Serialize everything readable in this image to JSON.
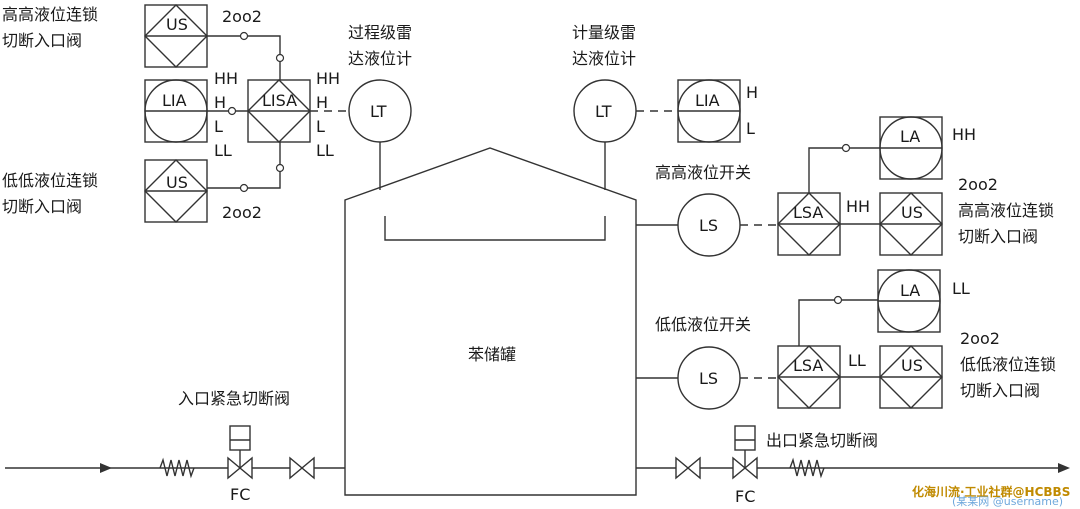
{
  "labels": {
    "hh_interlock_top": [
      "高高液位连锁",
      "切断入口阀"
    ],
    "ll_interlock_top": [
      "低低液位连锁",
      "切断入口阀"
    ],
    "vote_top": "2oo2",
    "vote_bottom": "2oo2",
    "process_radar": [
      "过程级雷",
      "达液位计"
    ],
    "metering_radar": [
      "计量级雷",
      "达液位计"
    ],
    "hh_switch": "高高液位开关",
    "ll_switch": "低低液位开关",
    "hh_right_vote": "2oo2",
    "hh_right_interlock": [
      "高高液位连锁",
      "切断入口阀"
    ],
    "ll_right_vote": "2oo2",
    "ll_right_interlock": [
      "低低液位连锁",
      "切断入口阀"
    ],
    "tank": "苯储罐",
    "inlet_valve": "入口紧急切断阀",
    "outlet_valve": "出口紧急切断阀",
    "fc_in": "FC",
    "fc_out": "FC",
    "watermark": "化海川流·工业社群@HCBBS",
    "watermark_sub": "(某某网 @username)"
  },
  "tags": {
    "us_top": "US",
    "us_bottom": "US",
    "lia_left": "LIA",
    "lisa": "LISA",
    "lt_process": "LT",
    "lt_metering": "LT",
    "lia_right": "LIA",
    "la_hh": "LA",
    "lsa_hh": "LSA",
    "us_hh": "US",
    "ls_hh": "LS",
    "la_ll": "LA",
    "lsa_ll": "LSA",
    "us_ll": "US",
    "ls_ll": "LS"
  },
  "levels": {
    "lia_left": [
      "HH",
      "H",
      "L",
      "LL"
    ],
    "lisa_left": [
      "HH",
      "H",
      "L",
      "LL"
    ],
    "lisa_right": [
      "HH",
      "H",
      "L",
      "LL"
    ],
    "lia_right": [
      "H",
      "L"
    ],
    "la_hh": "HH",
    "lsa_hh": "HH",
    "la_ll": "LL",
    "lsa_ll": "LL"
  }
}
